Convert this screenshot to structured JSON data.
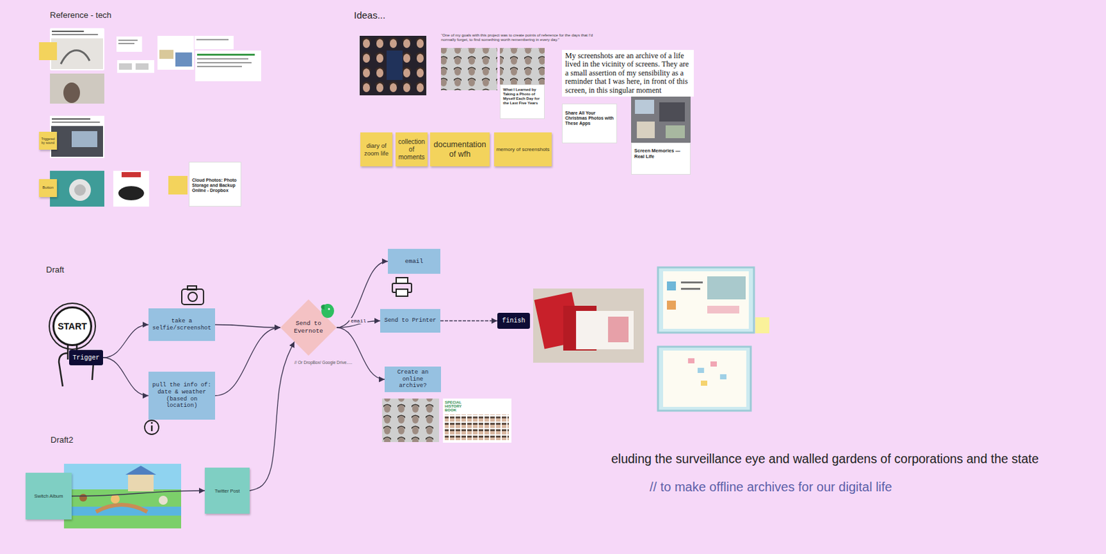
{
  "diagram": {
    "nodes": [
      {
        "text": [
          "Triggered by sound"
        ]
      },
      {
        "text": [
          "Button"
        ]
      },
      {
        "text": [
          "Cloud Photos: Photo Storage and Backup Online - Dropbox"
        ]
      },
      {
        "text": [
          "What I Learned by Taking a Photo of Myself Each Day for the Last Five Years"
        ]
      },
      {
        "text": [
          "My screenshots are an archive of a life lived in the vicinity of screens. They are a small assertion of my sensibility as a reminder that I was here, in front of this screen, in this singular moment"
        ]
      },
      {
        "text": [
          "Share All Your Christmas Photos with These Apps"
        ]
      },
      {
        "text": [
          "Screen Memories — Real Life"
        ]
      },
      {
        "text": [
          "diary of zoom life"
        ]
      },
      {
        "text": [
          "collection of moments"
        ]
      },
      {
        "text": [
          "documentation of wfh"
        ]
      },
      {
        "text": [
          "memory of screenshots"
        ]
      },
      {
        "text": [
          "START"
        ]
      },
      {
        "text": [
          "Trigger"
        ]
      },
      {
        "text": [
          "take a selfie/screenshot"
        ]
      },
      {
        "text": [
          "pull the info of: date & weather (based on location)"
        ]
      },
      {
        "text": [
          "Send to Evernote"
        ]
      },
      {
        "text": [
          "email"
        ]
      },
      {
        "text": [
          "Send to Printer"
        ]
      },
      {
        "text": [
          "Create an online archive?"
        ]
      },
      {
        "text": [
          "finish"
        ]
      },
      {
        "text": [
          "Switch Album"
        ]
      },
      {
        "text": [
          "Twitter Post"
        ]
      }
    ],
    "edges": [
      {
        "from": 12,
        "to": 13,
        "arrow": "to"
      },
      {
        "from": 12,
        "to": 14,
        "arrow": "to"
      },
      {
        "from": 13,
        "to": 15,
        "arrow": "to"
      },
      {
        "from": 14,
        "to": 15,
        "arrow": "to"
      },
      {
        "from": 15,
        "to": 16,
        "arrow": "to"
      },
      {
        "from": 15,
        "to": 17,
        "arrow": "to",
        "label": "email"
      },
      {
        "from": 15,
        "to": 18,
        "arrow": "to"
      },
      {
        "from": 17,
        "to": 19,
        "arrow": "to"
      },
      {
        "from": 20,
        "to": 21,
        "arrow": "to"
      },
      {
        "from": 21,
        "to": 15,
        "arrow": "to"
      }
    ],
    "labels": [
      "Reference - tech",
      "Ideas...",
      "“One of my goals with this project was to create points of reference for the days that I'd normally forget, to find something worth remembering in every day.”",
      "Draft",
      "// Or DropBox/ Google Drive.....",
      "SPECIAL HISTORY BOOK",
      "Draft2",
      "eluding the surveillance eye and walled gardens of corporations and the state",
      "// to make offline archives for our digital life"
    ]
  }
}
